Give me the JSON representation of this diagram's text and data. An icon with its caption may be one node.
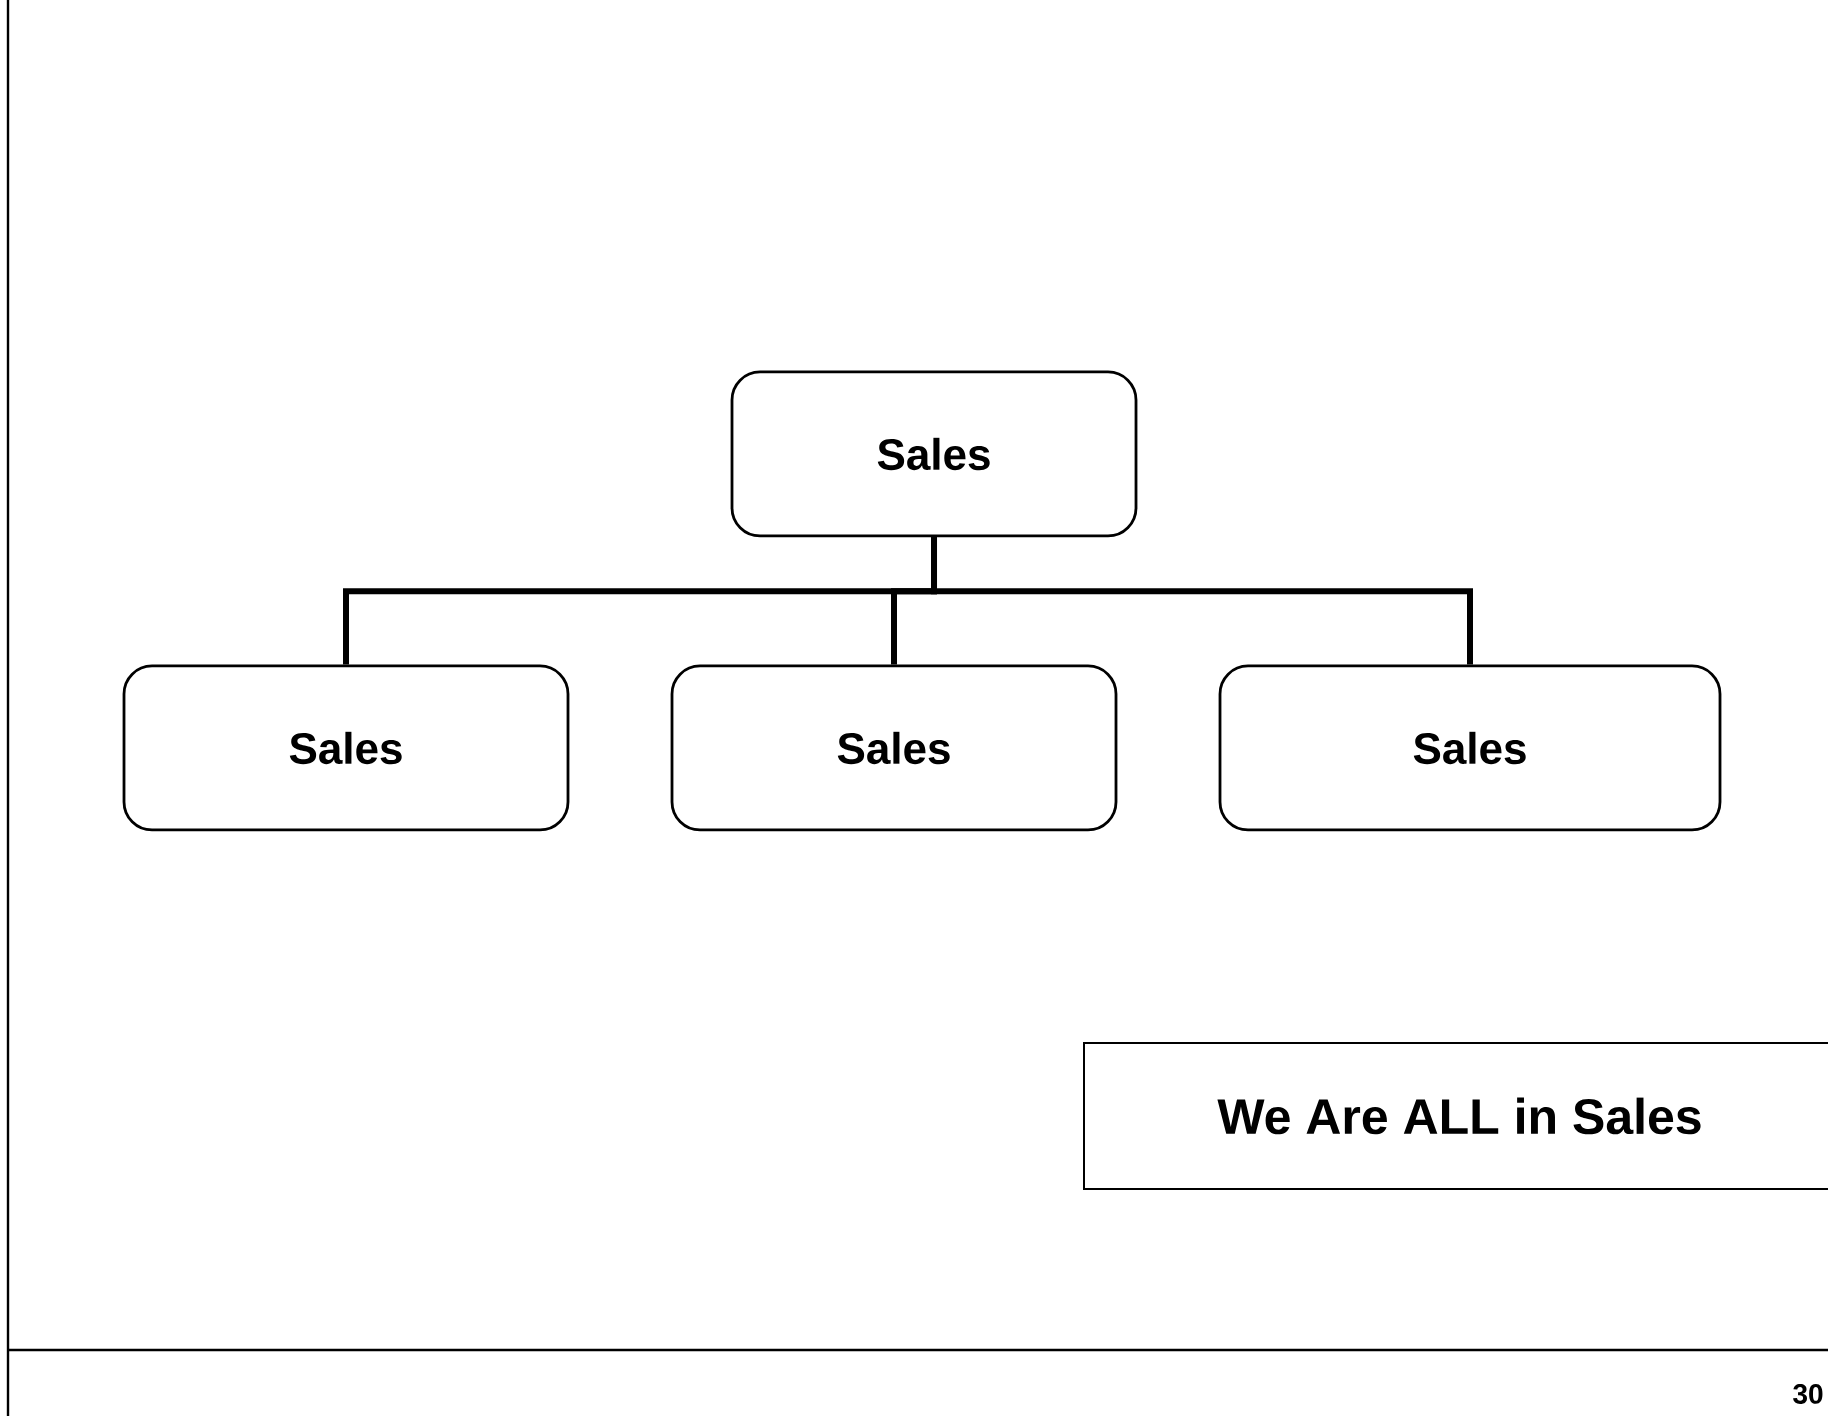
{
  "diagram": {
    "nodes": [
      {
        "text": [
          "Sales"
        ]
      },
      {
        "text": [
          "Sales"
        ]
      },
      {
        "text": [
          "Sales"
        ]
      },
      {
        "text": [
          "Sales"
        ]
      },
      {
        "text": [
          "We Are ALL in Sales"
        ]
      }
    ],
    "edges": [
      {
        "from": 0,
        "to": 1,
        "arrow": "none"
      },
      {
        "from": 0,
        "to": 2,
        "arrow": "none"
      },
      {
        "from": 0,
        "to": 3,
        "arrow": "none"
      }
    ],
    "labels": [
      "30"
    ]
  }
}
